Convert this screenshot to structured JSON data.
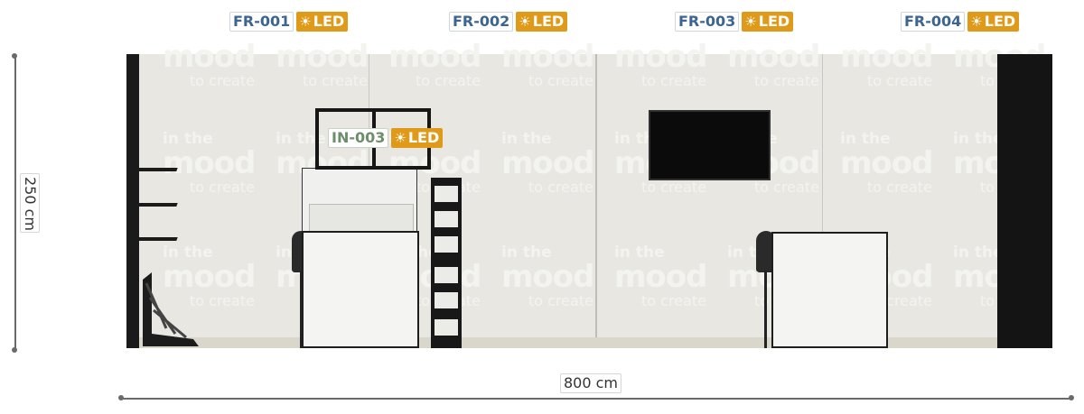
{
  "frame_labels": [
    {
      "code": "FR-001",
      "led": "LED"
    },
    {
      "code": "FR-002",
      "led": "LED"
    },
    {
      "code": "FR-003",
      "led": "LED"
    },
    {
      "code": "FR-004",
      "led": "LED"
    }
  ],
  "inner_label": {
    "code": "IN-003",
    "led": "LED"
  },
  "watermark": {
    "line1": "in the",
    "line2": "mood",
    "line3": "to create"
  },
  "dimensions": {
    "height": "250 cm",
    "width": "800 cm"
  },
  "colors": {
    "code_text": "#3d6592",
    "inner_code_text": "#6c8f6a",
    "led_badge": "#e09a1a",
    "wall": "#e8e7e2"
  },
  "icons": {
    "led": "sun-icon"
  }
}
